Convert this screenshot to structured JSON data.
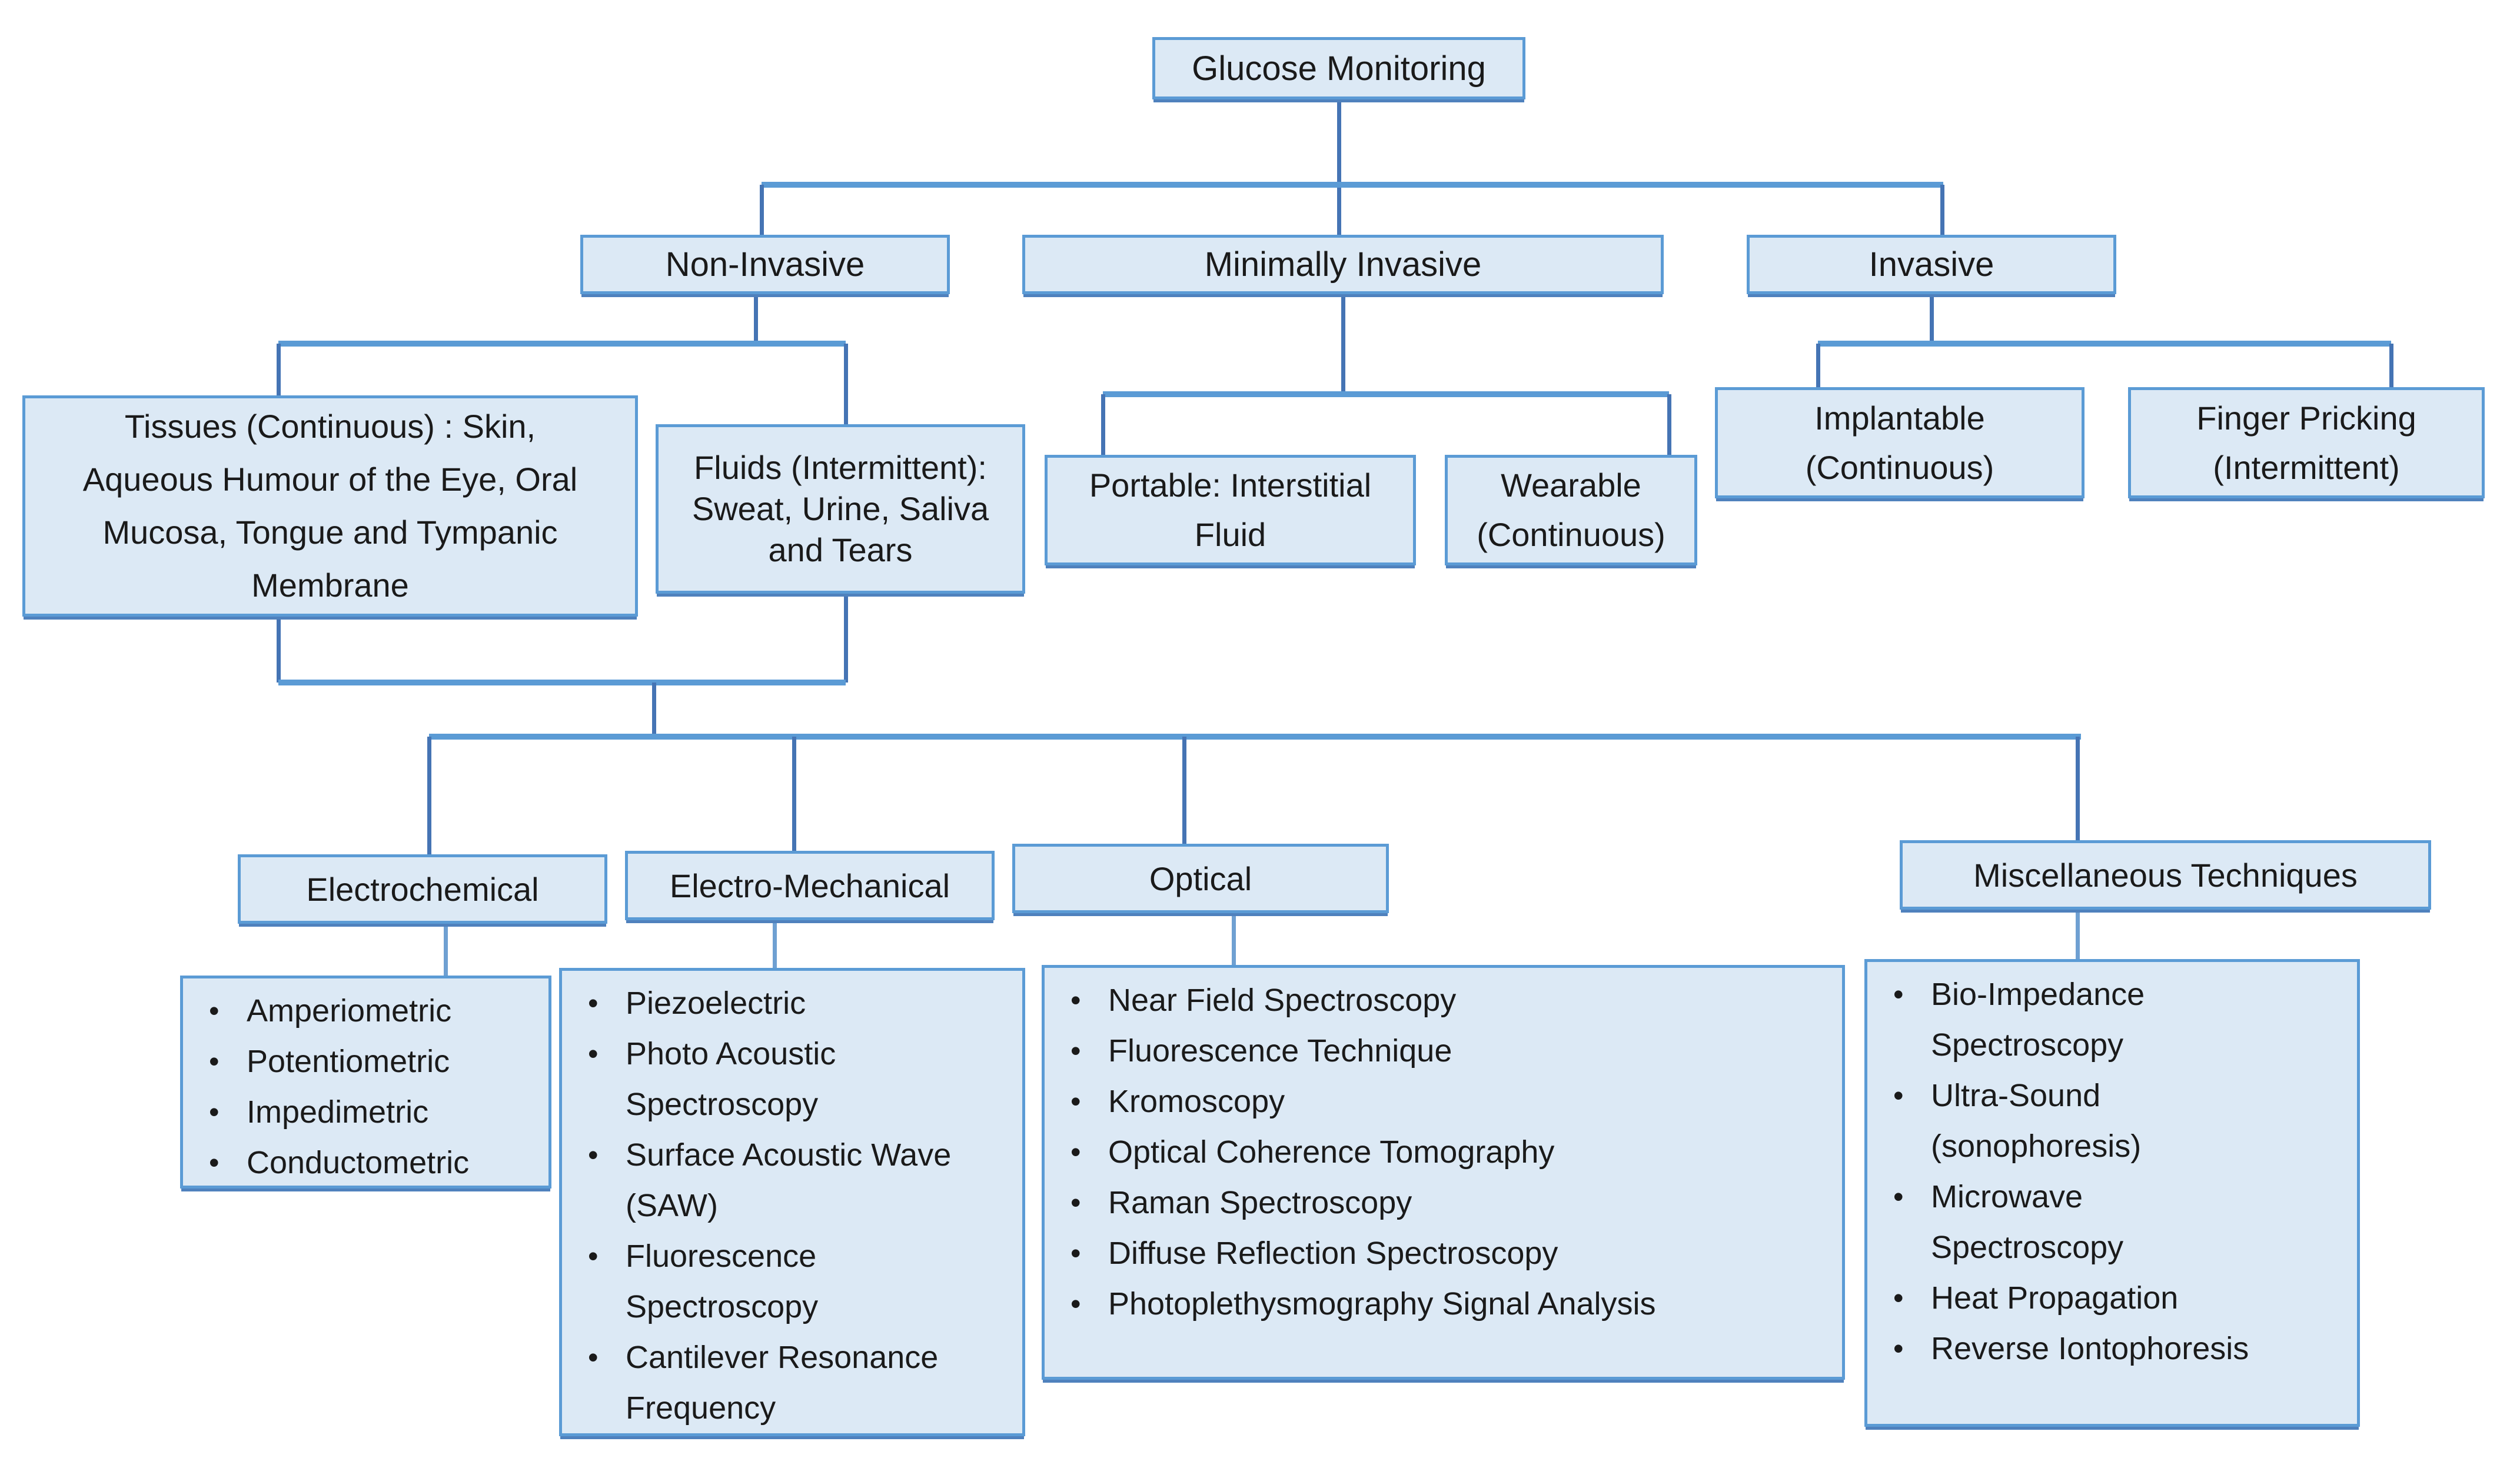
{
  "diagram": {
    "root": {
      "label": "Glucose Monitoring"
    },
    "level1": [
      {
        "label": "Non-Invasive"
      },
      {
        "label": "Minimally Invasive"
      },
      {
        "label": "Invasive"
      }
    ],
    "level2": {
      "tissues": {
        "label": "Tissues (Continuous) : Skin,\nAqueous Humour of the Eye, Oral\nMucosa, Tongue and Tympanic\nMembrane"
      },
      "fluids": {
        "label": "Fluids (Intermittent):\nSweat, Urine, Saliva\nand Tears"
      },
      "portable": {
        "label": "Portable: Interstitial\nFluid"
      },
      "wearable": {
        "label": "Wearable\n(Continuous)"
      },
      "implantable": {
        "label": "Implantable\n(Continuous)"
      },
      "finger_pricking": {
        "label": "Finger Pricking\n(Intermittent)"
      }
    },
    "categories": [
      {
        "label": "Electrochemical",
        "items": [
          "Amperiometric",
          "Potentiometric",
          "Impedimetric",
          "Conductometric"
        ]
      },
      {
        "label": "Electro-Mechanical",
        "items": [
          "Piezoelectric",
          "Photo Acoustic\nSpectroscopy",
          "Surface Acoustic Wave\n(SAW)",
          "Fluorescence\nSpectroscopy",
          "Cantilever Resonance\nFrequency"
        ]
      },
      {
        "label": "Optical",
        "items": [
          "Near Field Spectroscopy",
          "Fluorescence Technique",
          "Kromoscopy",
          "Optical Coherence Tomography",
          "Raman Spectroscopy",
          "Diffuse Reflection Spectroscopy",
          "Photoplethysmography Signal Analysis"
        ]
      },
      {
        "label": "Miscellaneous Techniques",
        "items": [
          "Bio-Impedance\nSpectroscopy",
          "Ultra-Sound\n(sonophoresis)",
          "Microwave\nSpectroscopy",
          "Heat Propagation",
          "Reverse Iontophoresis"
        ]
      }
    ],
    "bullet_char": "•",
    "colors": {
      "box_fill": "#dce9f5",
      "box_border": "#5b9bd5",
      "box_shadow": "#4f81bd",
      "connector_v": "#4574b4",
      "connector_h": "#5b9bd5",
      "connector_stub": "#6fa0d2",
      "text": "#1a1a1a",
      "background": "#ffffff"
    }
  }
}
